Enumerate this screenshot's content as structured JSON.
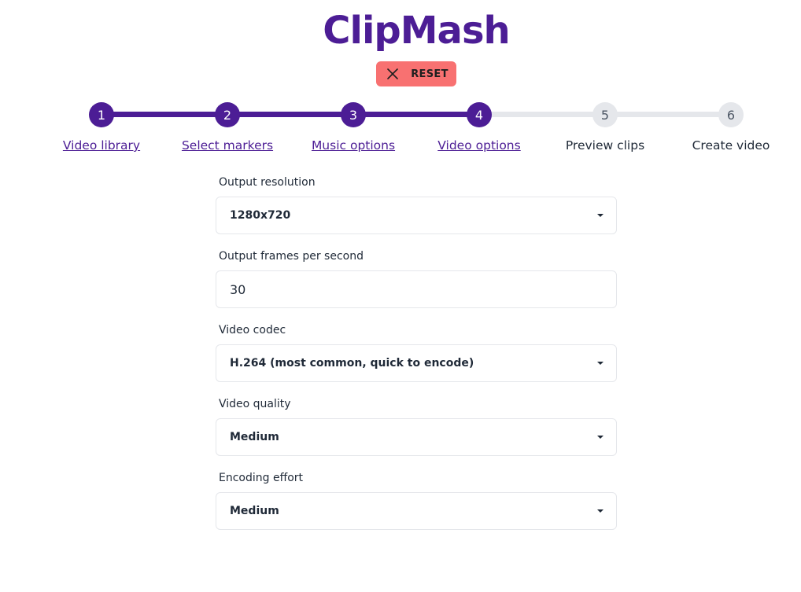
{
  "app": {
    "title": "ClipMash",
    "reset_label": "RESET",
    "reset_icon": "close-icon",
    "accent_color": "#4c1d95",
    "reset_color": "#f87171"
  },
  "stepper": {
    "current_step": 4,
    "steps": [
      {
        "number": "1",
        "label": "Video library",
        "state": "done"
      },
      {
        "number": "2",
        "label": "Select markers",
        "state": "done"
      },
      {
        "number": "3",
        "label": "Music options",
        "state": "done"
      },
      {
        "number": "4",
        "label": "Video options",
        "state": "done"
      },
      {
        "number": "5",
        "label": "Preview clips",
        "state": "todo"
      },
      {
        "number": "6",
        "label": "Create video",
        "state": "todo"
      }
    ]
  },
  "form": {
    "output_resolution": {
      "label": "Output resolution",
      "value": "1280x720"
    },
    "output_fps": {
      "label": "Output frames per second",
      "value": "30"
    },
    "video_codec": {
      "label": "Video codec",
      "value": "H.264 (most common, quick to encode)"
    },
    "video_quality": {
      "label": "Video quality",
      "value": "Medium"
    },
    "encoding_effort": {
      "label": "Encoding effort",
      "value": "Medium"
    }
  }
}
